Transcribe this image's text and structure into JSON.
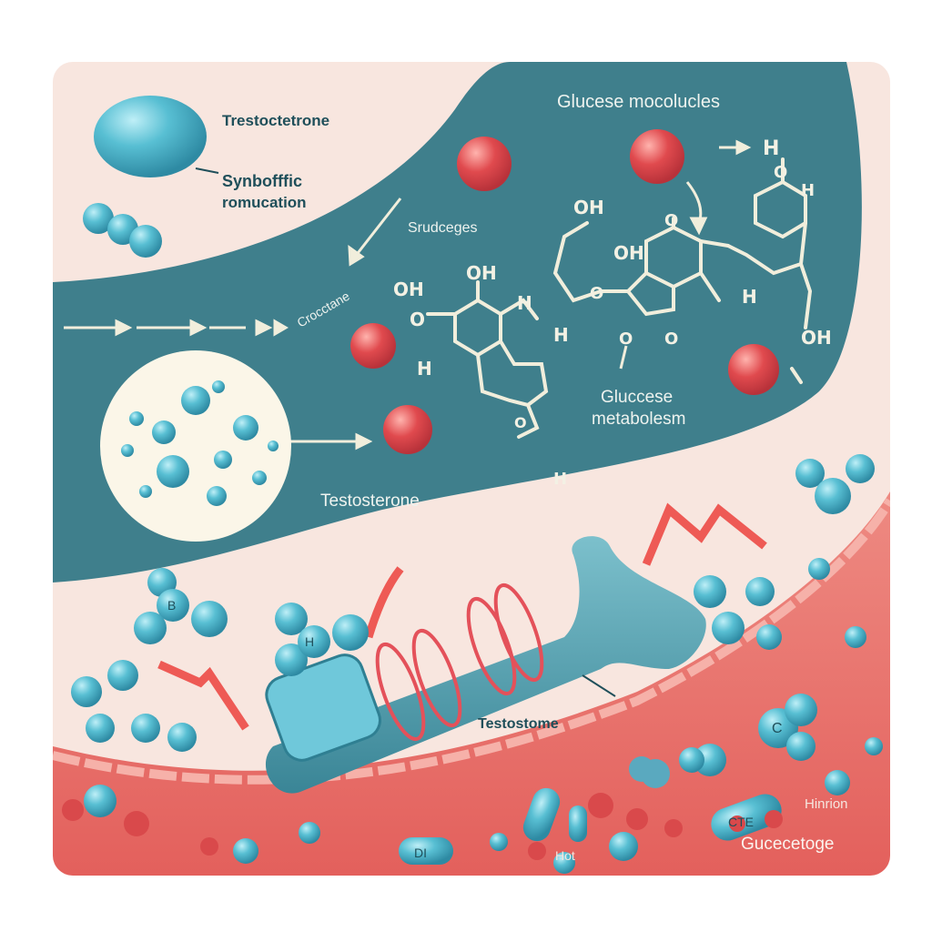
{
  "labels": {
    "top_left_1": "Trestoctetrone",
    "top_left_2a": "Synbofffic",
    "top_left_2b": "romucation",
    "top_right": "Glucese mocolucles",
    "srudceges": "Srudceges",
    "crocctane": "Crocctane",
    "metabolism_1": "Gluccese",
    "metabolism_2": "metabolesm",
    "testosterone": "Testosterone",
    "testostome": "Testostome",
    "hinrion": "Hinrion",
    "gucecetoge": "Gucecetoge",
    "hot": "Hot"
  },
  "chem": {
    "oh1": "OH",
    "oh2": "OH",
    "oh3": "OH",
    "oh4": "OH",
    "oh5": "OH",
    "o1": "O",
    "o2": "O",
    "o3": "O",
    "o4": "O",
    "o5": "O",
    "o6": "O",
    "o7": "O",
    "h1": "H",
    "h2": "H",
    "h3": "H",
    "h4": "H",
    "h5": "H",
    "h6": "H",
    "h7": "H"
  },
  "molecule_marks": {
    "b": "B",
    "h": "H",
    "c": "C",
    "di": "DI",
    "cte": "CTE"
  },
  "colors": {
    "teal": "#3f7f8c",
    "pink": "#f8e6df",
    "red": "#e4615c",
    "cyan": "#58bfd3",
    "sphere": "#d9454a"
  }
}
